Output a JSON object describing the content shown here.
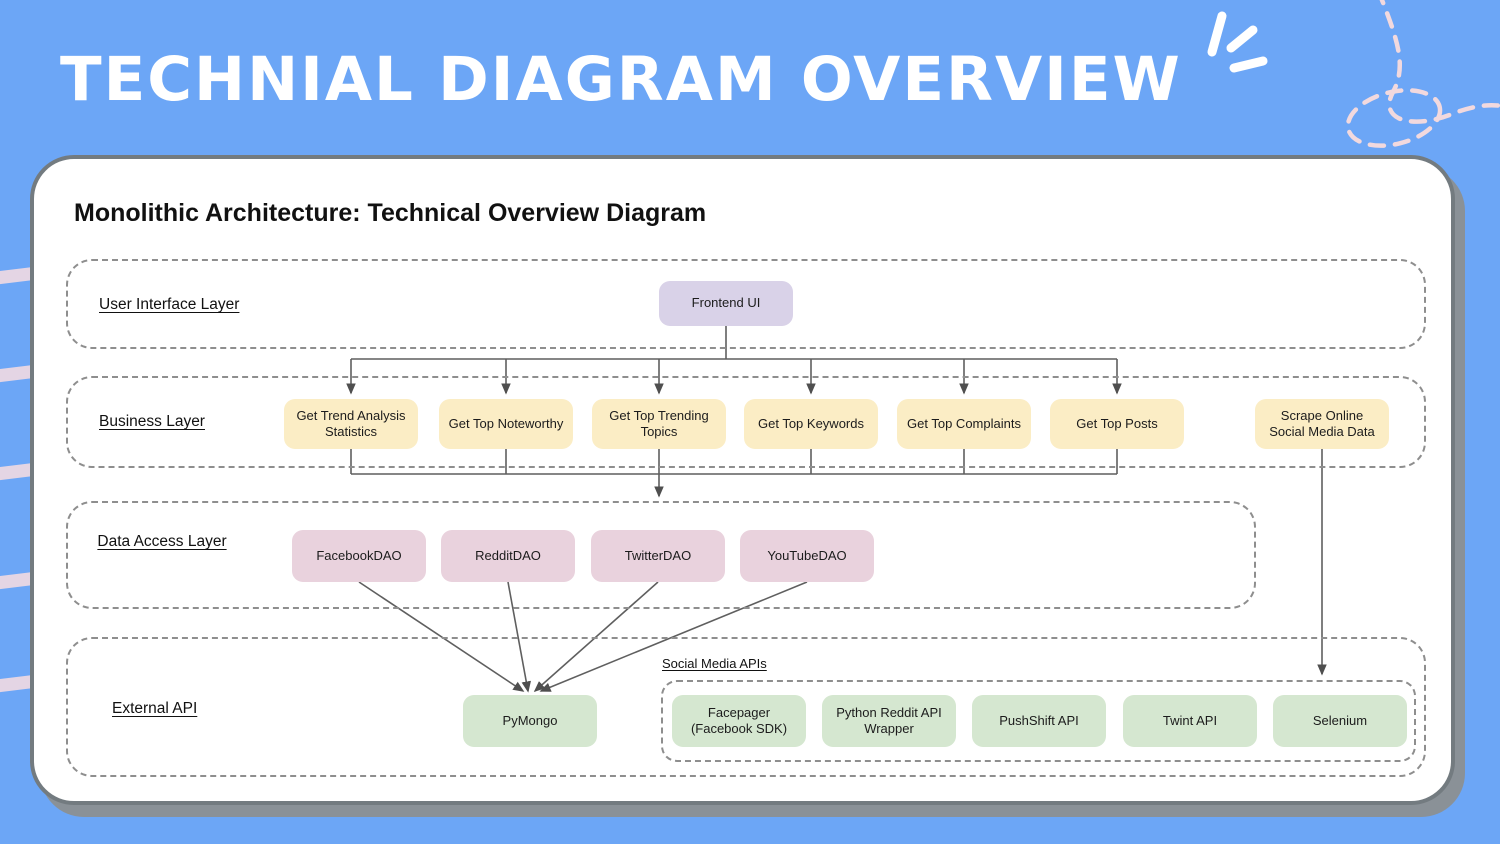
{
  "page": {
    "title": "TECHNIAL DIAGRAM OVERVIEW"
  },
  "card": {
    "title": "Monolithic Architecture: Technical Overview Diagram"
  },
  "layers": {
    "ui": {
      "label": "User Interface Layer",
      "nodes": {
        "frontend": "Frontend UI"
      }
    },
    "business": {
      "label": "Business Layer",
      "nodes": {
        "trend": "Get Trend Analysis Statistics",
        "noteworthy": "Get Top Noteworthy",
        "trending": "Get Top Trending Topics",
        "keywords": "Get Top Keywords",
        "complaints": "Get Top Complaints",
        "posts": "Get Top Posts",
        "scrape": "Scrape Online Social Media Data"
      }
    },
    "data_access": {
      "label": "Data Access Layer",
      "nodes": {
        "facebook": "FacebookDAO",
        "reddit": "RedditDAO",
        "twitter": "TwitterDAO",
        "youtube": "YouTubeDAO"
      }
    },
    "external": {
      "label": "External API",
      "nodes": {
        "pymongo": "PyMongo"
      },
      "social_group": {
        "label": "Social Media APIs",
        "nodes": {
          "facepager": "Facepager (Facebook SDK)",
          "praw": "Python Reddit API Wrapper",
          "pushshift": "PushShift API",
          "twint": "Twint API",
          "selenium": "Selenium"
        }
      }
    }
  },
  "colors": {
    "background": "#6CA6F6",
    "node_purple": "#D9D2E8",
    "node_yellow": "#FBEDC5",
    "node_pink": "#E9D2DD",
    "node_green": "#D5E7D0",
    "connector": "#5F5F5F",
    "decoration_pink": "#F2D9DE"
  }
}
